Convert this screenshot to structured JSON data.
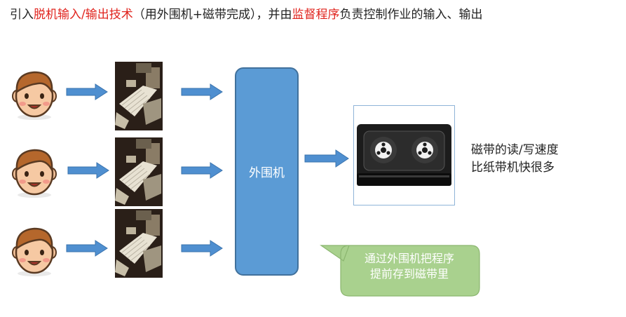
{
  "header": {
    "p1": "引入",
    "h1": "脱机输入",
    "slash": "/",
    "h2": "输出技术",
    "p2": "（用外围机+磁带完成），并由",
    "h3": "监督程序",
    "p3": "负责控制作业的输入、输出"
  },
  "peripheral": {
    "label": "外围机"
  },
  "tape": {
    "note_line1": "磁带的读/写速度",
    "note_line2": "比纸带机快很多"
  },
  "callout": {
    "line1": "通过外围机把程序",
    "line2": "提前存到磁带里"
  },
  "colors": {
    "highlight": "#e0241e",
    "arrow": "#4f8fd0",
    "peripheral": "#5b9bd5",
    "callout": "#a9d18e"
  },
  "icons": [
    "user-face-icon",
    "paper-tape-reader-photo",
    "magnetic-tape-icon",
    "right-arrow-icon"
  ]
}
